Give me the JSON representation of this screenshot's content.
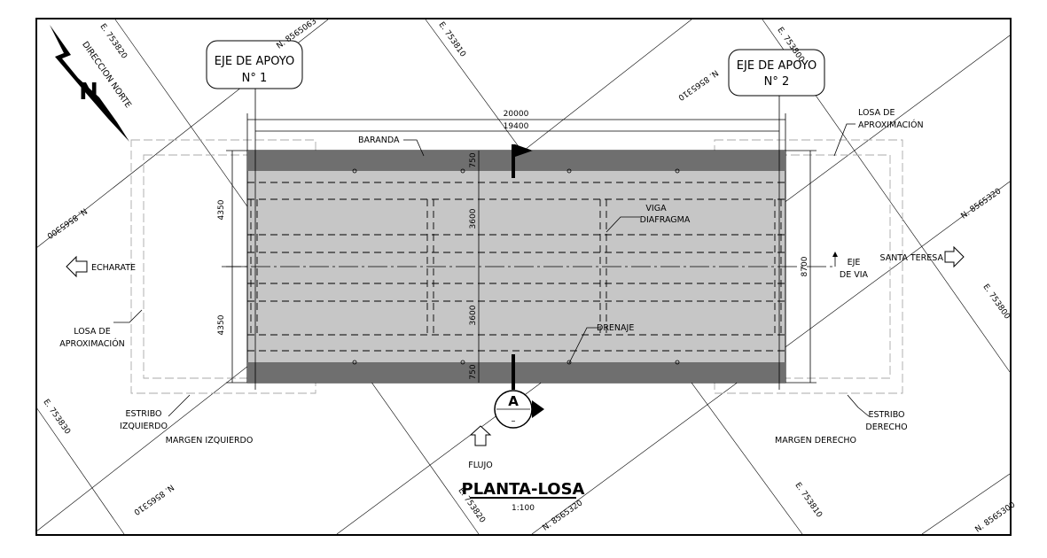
{
  "drawing": {
    "title": "PLANTA-LOSA",
    "scale": "1:100",
    "north_label": "DIRECCION NORTE",
    "north_letter": "N",
    "section_marker": "A",
    "section_marker_sub": "–",
    "supports": [
      {
        "line1": "EJE DE APOYO",
        "line2": "N° 1"
      },
      {
        "line1": "EJE DE APOYO",
        "line2": "N° 2"
      }
    ],
    "dimensions": {
      "total_length": "20000",
      "span_length": "19400",
      "total_width": "8700",
      "half_width_top": "4350",
      "half_width_bottom": "4350",
      "lane_top": "3600",
      "lane_bottom": "3600",
      "rail_top": "750",
      "rail_bottom": "750"
    },
    "labels": {
      "baranda": "BARANDA",
      "viga_line1": "VIGA",
      "viga_line2": "DIAFRAGMA",
      "drenaje": "DRENAJE",
      "eje_line1": "EJE",
      "eje_line2": "DE VIA",
      "losa_right_line1": "LOSA DE",
      "losa_right_line2": "APROXIMACIÓN",
      "losa_left_line1": "LOSA DE",
      "losa_left_line2": "APROXIMACIÓN",
      "echarate": "ECHARATE",
      "santa_teresa": "SANTA TERESA",
      "estribo_izq_line1": "ESTRIBO",
      "estribo_izq_line2": "IZQUIERDO",
      "estribo_der_line1": "ESTRIBO",
      "estribo_der_line2": "DERECHO",
      "margen_izq": "MARGEN IZQUIERDO",
      "margen_der": "MARGEN DERECHO",
      "flujo": "FLUJO"
    },
    "grid_coordinates": [
      "E. 753820",
      "N. 8565063",
      "E. 753810",
      "N. 8565310",
      "E. 753800",
      "N. 8565320",
      "N. 8565300",
      "E. 753800",
      "E. 753830",
      "N. 8565310",
      "E. 753820",
      "N. 8565320",
      "E. 753810",
      "N. 8565300"
    ],
    "colors": {
      "deck": "#c6c6c6",
      "railing": "#6f6f6f",
      "line": "#000000",
      "hidden": "#aaaaaa"
    }
  }
}
